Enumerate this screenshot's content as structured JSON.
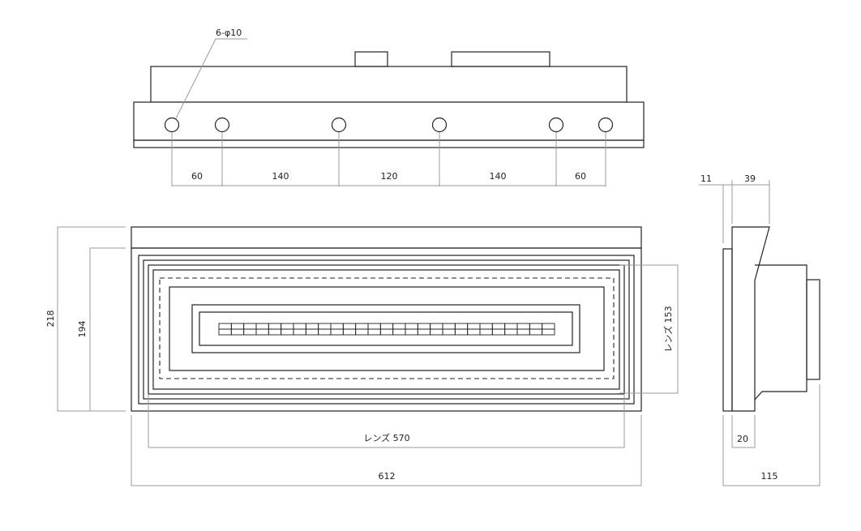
{
  "top_view": {
    "hole_callout": "6-φ10",
    "hole_spacing": [
      "60",
      "140",
      "120",
      "140",
      "60"
    ]
  },
  "front_view": {
    "height_outer": "218",
    "height_inner": "194",
    "lens_height": "レンズ 153",
    "lens_width": "レンズ 570",
    "width_overall": "612",
    "led_cell_count": 27
  },
  "side_view": {
    "dim_front_plate": "11",
    "dim_top_depth": "39",
    "dim_bottom": "20",
    "depth_overall": "115"
  }
}
